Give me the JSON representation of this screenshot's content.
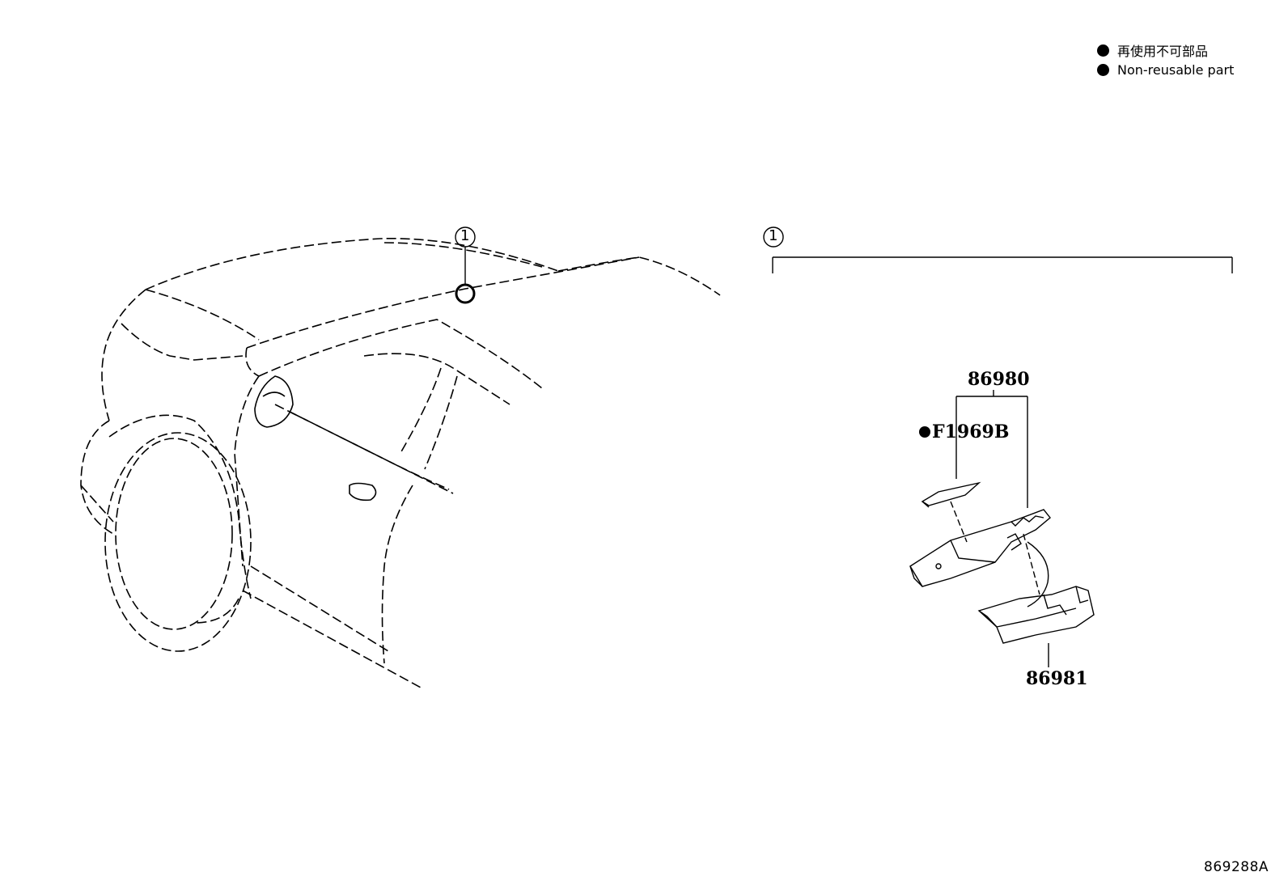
{
  "legend": {
    "items": [
      {
        "label": "再使用不可部品"
      },
      {
        "label": "Non-reusable part"
      }
    ]
  },
  "callouts": {
    "vehicle_marker": "1",
    "assembly_bracket": "1"
  },
  "parts": {
    "assembly": "86980",
    "non_reusable": "F1969B",
    "lower_part": "86981"
  },
  "drawing_ref": "869288A",
  "colors": {
    "ink": "#000000",
    "paper": "#ffffff"
  }
}
